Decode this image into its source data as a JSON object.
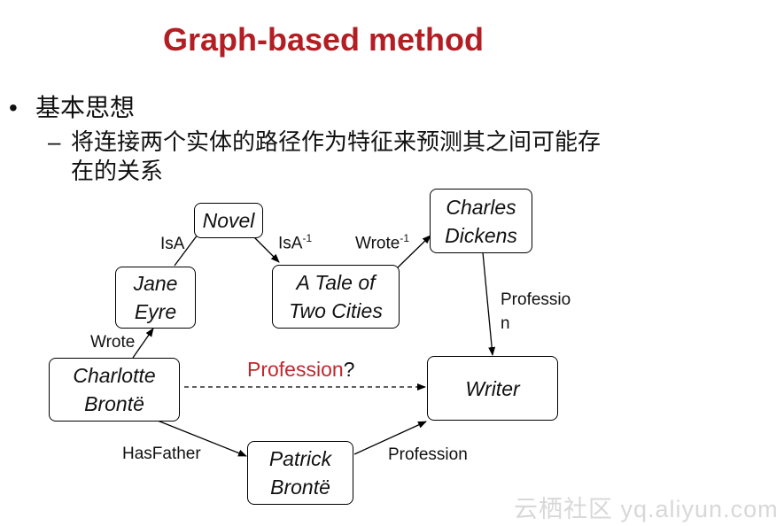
{
  "title": "Graph-based method",
  "bullets": {
    "level1": "基本思想",
    "level2_line1": "将连接两个实体的路径作为特征来预测其之间可能存",
    "level2_line2": "在的关系"
  },
  "nodes": {
    "novel": [
      "Novel"
    ],
    "jane_eyre": [
      "Jane",
      "Eyre"
    ],
    "tale": [
      "A Tale of",
      "Two Cities"
    ],
    "dickens": [
      "Charles",
      "Dickens"
    ],
    "charlotte": [
      "Charlotte",
      "Brontë"
    ],
    "writer": [
      "Writer"
    ],
    "patrick": [
      "Patrick",
      "Brontë"
    ]
  },
  "edges": {
    "isa": "IsA",
    "isa_inv": "IsA",
    "isa_inv_sup": "-1",
    "wrote_inv": "Wrote",
    "wrote_inv_sup": "-1",
    "wrote": "Wrote",
    "profession_right_line1": "Professio",
    "profession_right_line2": "n",
    "hasfather": "HasFather",
    "profession_bottom": "Profession",
    "query_relation": "Profession",
    "query_mark": "?"
  },
  "watermark": "云栖社区 yq.aliyun.com",
  "colors": {
    "title": "#b21e23",
    "query": "#c0282d"
  }
}
